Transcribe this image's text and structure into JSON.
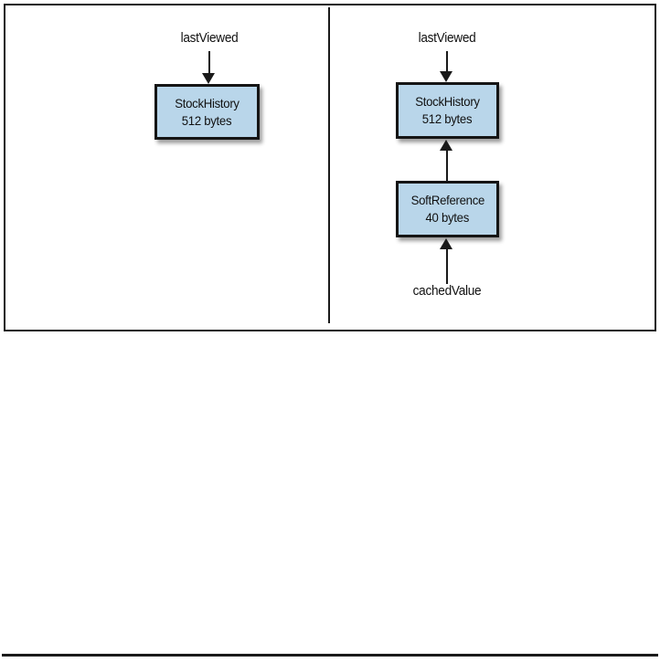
{
  "figure": {
    "left_panel": {
      "pointer_label": "lastViewed",
      "box": {
        "title": "StockHistory",
        "size": "512 bytes"
      }
    },
    "right_panel": {
      "pointer_label": "lastViewed",
      "stock_history_box": {
        "title": "StockHistory",
        "size": "512 bytes"
      },
      "soft_reference_box": {
        "title": "SoftReference",
        "size": "40 bytes"
      },
      "cached_value_label": "cachedValue"
    },
    "colors": {
      "box_fill": "#b9d6ea",
      "box_border": "#151515",
      "line_color": "#1a1a1a",
      "text_color": "#111111"
    }
  }
}
